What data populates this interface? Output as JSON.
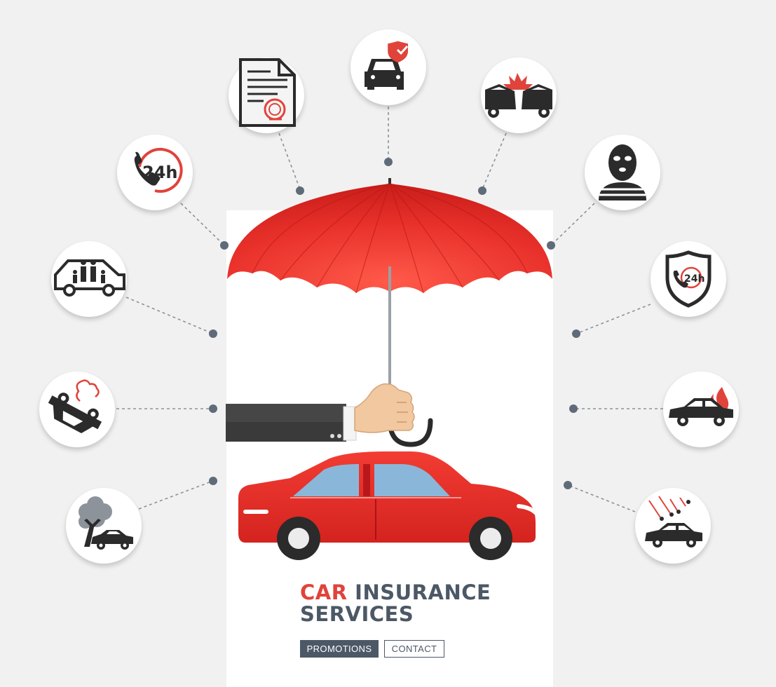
{
  "colors": {
    "accent_red": "#e0433a",
    "slate": "#4c5866",
    "icon_dark": "#2b2b2b",
    "background": "#f1f1f1",
    "panel": "#ffffff"
  },
  "title": {
    "car": "CAR",
    "insurance": "INSURANCE",
    "services": "SERVICES"
  },
  "buttons": {
    "promotions": "PROMOTIONS",
    "contact": "CONTACT"
  },
  "icons": {
    "phone_24h": {
      "icon": "phone-24h-icon",
      "label": "24h"
    },
    "document": {
      "icon": "stamped-document-icon"
    },
    "car_protected": {
      "icon": "car-checkmark-icon"
    },
    "collision": {
      "icon": "car-collision-icon"
    },
    "thief": {
      "icon": "masked-thief-icon"
    },
    "family": {
      "icon": "family-car-icon"
    },
    "shield_24h": {
      "icon": "shield-phone-24h-icon",
      "label": "24h"
    },
    "overturned": {
      "icon": "overturned-car-icon"
    },
    "fire": {
      "icon": "car-fire-icon"
    },
    "tree": {
      "icon": "tree-fall-car-icon"
    },
    "hail": {
      "icon": "hail-car-icon"
    },
    "hero": {
      "umbrella": "umbrella-icon",
      "hand": "hand-icon",
      "car": "red-car-icon"
    }
  }
}
